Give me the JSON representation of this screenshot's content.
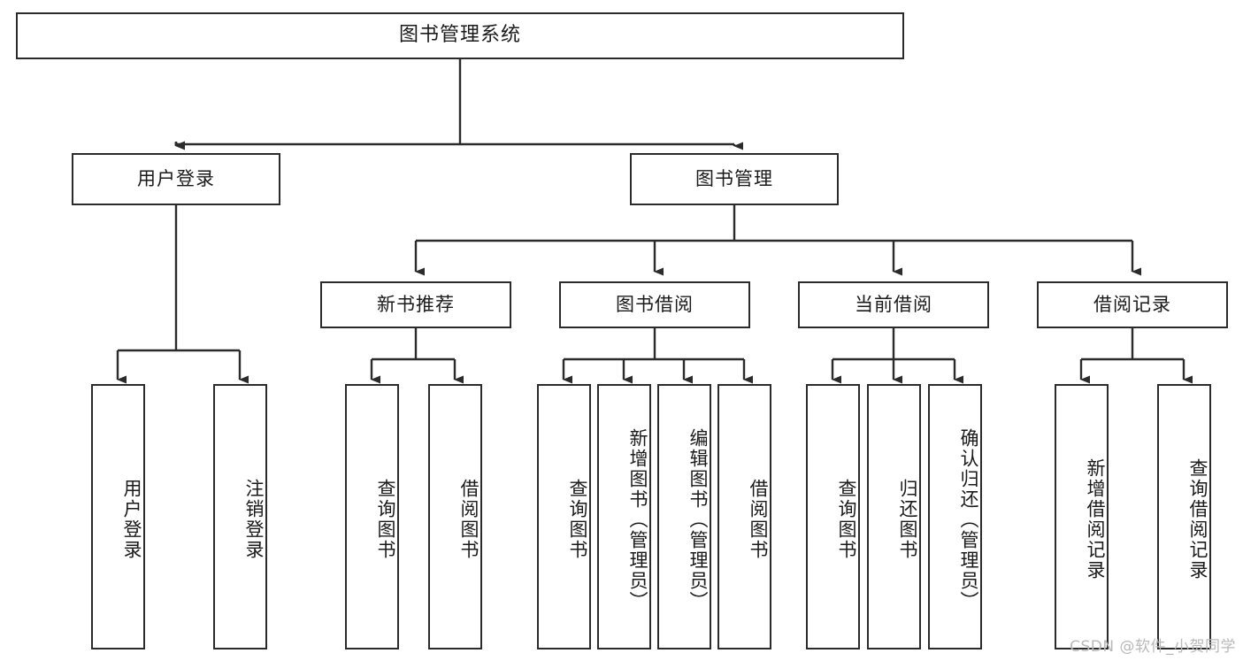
{
  "diagram": {
    "title": "图书管理系统",
    "type": "tree-hierarchy",
    "root": {
      "label": "图书管理系统"
    },
    "level2": [
      {
        "label": "用户登录"
      },
      {
        "label": "图书管理"
      }
    ],
    "level3": [
      {
        "label": "新书推荐"
      },
      {
        "label": "图书借阅"
      },
      {
        "label": "当前借阅"
      },
      {
        "label": "借阅记录"
      }
    ],
    "leaves": {
      "user_login": [
        {
          "label": "用户登录"
        },
        {
          "label": "注销登录"
        }
      ],
      "new_book_recommend": [
        {
          "label": "查询图书"
        },
        {
          "label": "借阅图书"
        }
      ],
      "book_borrow": [
        {
          "label": "查询图书"
        },
        {
          "label": "新增图书（管理员）"
        },
        {
          "label": "编辑图书（管理员）"
        },
        {
          "label": "借阅图书"
        }
      ],
      "current_borrow": [
        {
          "label": "查询图书"
        },
        {
          "label": "归还图书"
        },
        {
          "label": "确认归还（管理员）"
        }
      ],
      "borrow_record": [
        {
          "label": "新增借阅记录"
        },
        {
          "label": "查询借阅记录"
        }
      ]
    }
  },
  "watermark": {
    "text": "CSDN @软件_小贺同学"
  },
  "colors": {
    "border": "#2b2b2b",
    "text": "#1a1a1a",
    "background": "#ffffff",
    "watermark": "#b9b9b9"
  }
}
